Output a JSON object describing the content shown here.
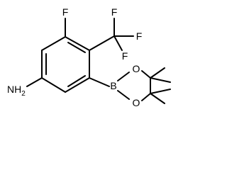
{
  "molecule": {
    "atoms": {
      "fluorine_ring": "F",
      "cf3_f_left": "F",
      "cf3_f_right": "F",
      "cf3_f_bottom": "F",
      "amine": "NH",
      "amine_subscript": "2",
      "boron": "B",
      "oxygen_top": "O",
      "oxygen_bottom": "O"
    },
    "colors": {
      "bond": "#000000",
      "label": "#000000",
      "background": "#ffffff"
    }
  }
}
